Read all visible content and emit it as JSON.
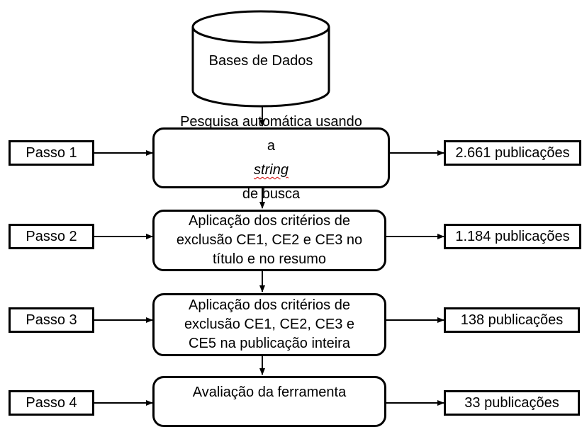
{
  "database": {
    "label": "Bases de Dados"
  },
  "steps": [
    {
      "label": "Passo 1",
      "process_lines": [
        "Pesquisa automática usando"
      ],
      "process_pre": "a ",
      "process_em": "string",
      "process_post": " de busca",
      "result": "2.661 publicações"
    },
    {
      "label": "Passo 2",
      "process_lines": [
        "Aplicação dos critérios de",
        "exclusão CE1, CE2 e CE3 no",
        "título e no resumo"
      ],
      "result": "1.184 publicações"
    },
    {
      "label": "Passo 3",
      "process_lines": [
        "Aplicação dos critérios de",
        "exclusão CE1, CE2, CE3 e",
        "CE5 na publicação inteira"
      ],
      "result": "138 publicações"
    },
    {
      "label": "Passo 4",
      "process_lines": [
        "Avaliação da ferramenta"
      ],
      "result": "33 publicações"
    }
  ],
  "colors": {
    "stroke": "#000000",
    "spellcheck": "#d00000"
  }
}
